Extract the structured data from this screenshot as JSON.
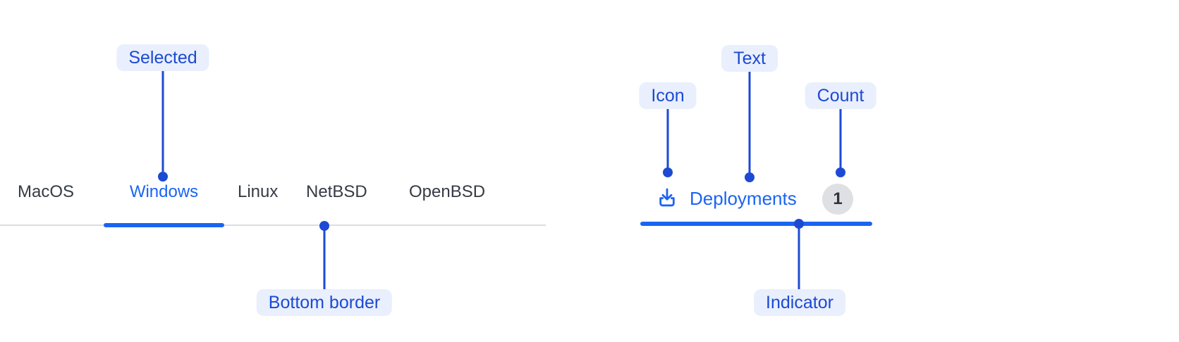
{
  "colors": {
    "tab_accent_blue": "#1B64F2",
    "annotation_blue": "#1C4AD4",
    "annotation_pill_bg": "#E9EFFC",
    "tab_text_gray": "#353B44",
    "tabbar_border_gray": "#DBDDE1",
    "count_badge_bg": "#DEE0E3",
    "count_badge_text": "#30343A"
  },
  "figure_left": {
    "tabs": [
      {
        "label": "MacOS",
        "selected": false
      },
      {
        "label": "Windows",
        "selected": true
      },
      {
        "label": "Linux",
        "selected": false
      },
      {
        "label": "NetBSD",
        "selected": false
      },
      {
        "label": "OpenBSD",
        "selected": false
      }
    ],
    "annotations": {
      "selected": "Selected",
      "bottom_border": "Bottom border"
    }
  },
  "figure_right": {
    "tab": {
      "icon": "download-icon",
      "label": "Deployments",
      "count": "1"
    },
    "annotations": {
      "icon": "Icon",
      "text": "Text",
      "count": "Count",
      "indicator": "Indicator"
    }
  }
}
